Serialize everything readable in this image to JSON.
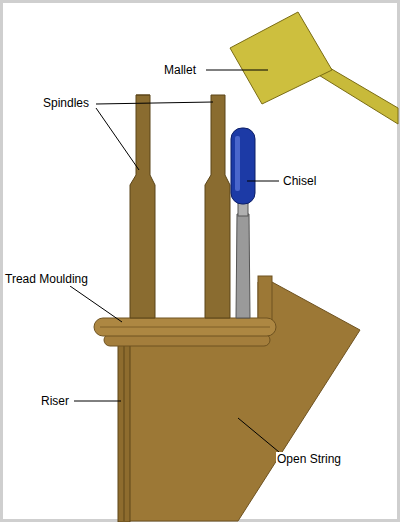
{
  "diagram": {
    "labels": [
      "Mallet",
      "Spindles",
      "Chisel",
      "Tread Moulding",
      "Riser",
      "Open String"
    ]
  }
}
